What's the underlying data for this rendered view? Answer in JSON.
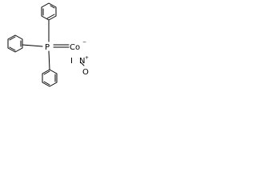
{
  "atoms": {
    "phosphorus": "P",
    "cobalt": "Co",
    "iodine": "I",
    "nitrogen": "N",
    "oxygen": "O"
  },
  "charges": {
    "cobalt": "−",
    "nitrogen": "+"
  },
  "colors": {
    "ink": "#000000",
    "background": "#ffffff"
  }
}
